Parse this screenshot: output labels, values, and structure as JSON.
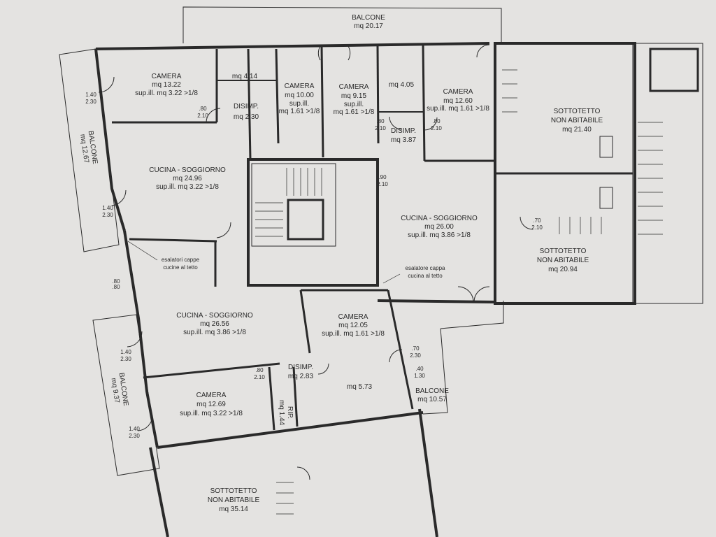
{
  "rooms": {
    "balcone_top": {
      "name": "BALCONE",
      "area": "mq 20.17"
    },
    "camera_nw": {
      "name": "CAMERA",
      "area": "mq 13.22",
      "sup": "sup.ill. mq 3.22 >1/8"
    },
    "bath_1": {
      "area": "mq 4.14"
    },
    "disimp_1": {
      "name": "DISIMP.",
      "area": "mq 2.30"
    },
    "camera_2": {
      "name": "CAMERA",
      "area": "mq 10.00",
      "sup1": "sup.ill.",
      "sup2": "mq 1.61 >1/8"
    },
    "camera_3": {
      "name": "CAMERA",
      "area": "mq 9.15",
      "sup1": "sup.ill.",
      "sup2": "mq 1.61 >1/8"
    },
    "bath_2": {
      "area": "mq 4.05"
    },
    "camera_4": {
      "name": "CAMERA",
      "area": "mq 12.60",
      "sup": "sup.ill. mq 1.61 >1/8"
    },
    "disimp_2": {
      "name": "DISIMP.",
      "area": "mq 3.87"
    },
    "sottotetto_ne": {
      "name1": "SOTTOTETTO",
      "name2": "NON ABITABILE",
      "area": "mq 21.40"
    },
    "sottotetto_e": {
      "name1": "SOTTOTETTO",
      "name2": "NON ABITABILE",
      "area": "mq 20.94"
    },
    "balcone_left": {
      "name": "BALCONE",
      "area": "mq 12.67"
    },
    "cucina_1": {
      "name": "CUCINA - SOGGIORNO",
      "area": "mq 24.96",
      "sup": "sup.ill. mq 3.22 >1/8"
    },
    "cucina_2": {
      "name": "CUCINA - SOGGIORNO",
      "area": "mq 26.00",
      "sup": "sup.ill. mq 3.86 >1/8"
    },
    "cucina_3": {
      "name": "CUCINA - SOGGIORNO",
      "area": "mq 26.56",
      "sup": "sup.ill. mq 3.86 >1/8"
    },
    "camera_5": {
      "name": "CAMERA",
      "area": "mq 12.05",
      "sup": "sup.ill. mq 1.61 >1/8"
    },
    "disimp_3": {
      "name": "DISIMP.",
      "area": "mq 2.83"
    },
    "bath_3": {
      "area": "mq 5.73"
    },
    "rip": {
      "name": "RIP.",
      "area": "mq 1.44"
    },
    "camera_6": {
      "name": "CAMERA",
      "area": "mq 12.69",
      "sup": "sup.ill. mq 3.22 >1/8"
    },
    "balcone_sw": {
      "name": "BALCONE",
      "area": "mq 9.37"
    },
    "balcone_se": {
      "name": "BALCONE",
      "area": "mq 10.57"
    },
    "sottotetto_s": {
      "name1": "SOTTOTETTO",
      "name2": "NON ABITABILE",
      "area": "mq 35.14"
    }
  },
  "notes": {
    "esalatori_1": "esalatori cappe",
    "esalatori_2": "cucine al tetto",
    "esalatore_1": "esalatore cappa",
    "esalatore_2": "cucina al tetto"
  },
  "dimensions": {
    "d_70": ".70",
    "d_80": ".80",
    "d_90": ".90",
    "d_40": ".40",
    "h_210": "2.10",
    "h_230": "2.30",
    "h_130": "1.30",
    "w_140": "1.40"
  },
  "colors": {
    "paper": "#e4e3e1",
    "ink": "#2a2a2a"
  }
}
